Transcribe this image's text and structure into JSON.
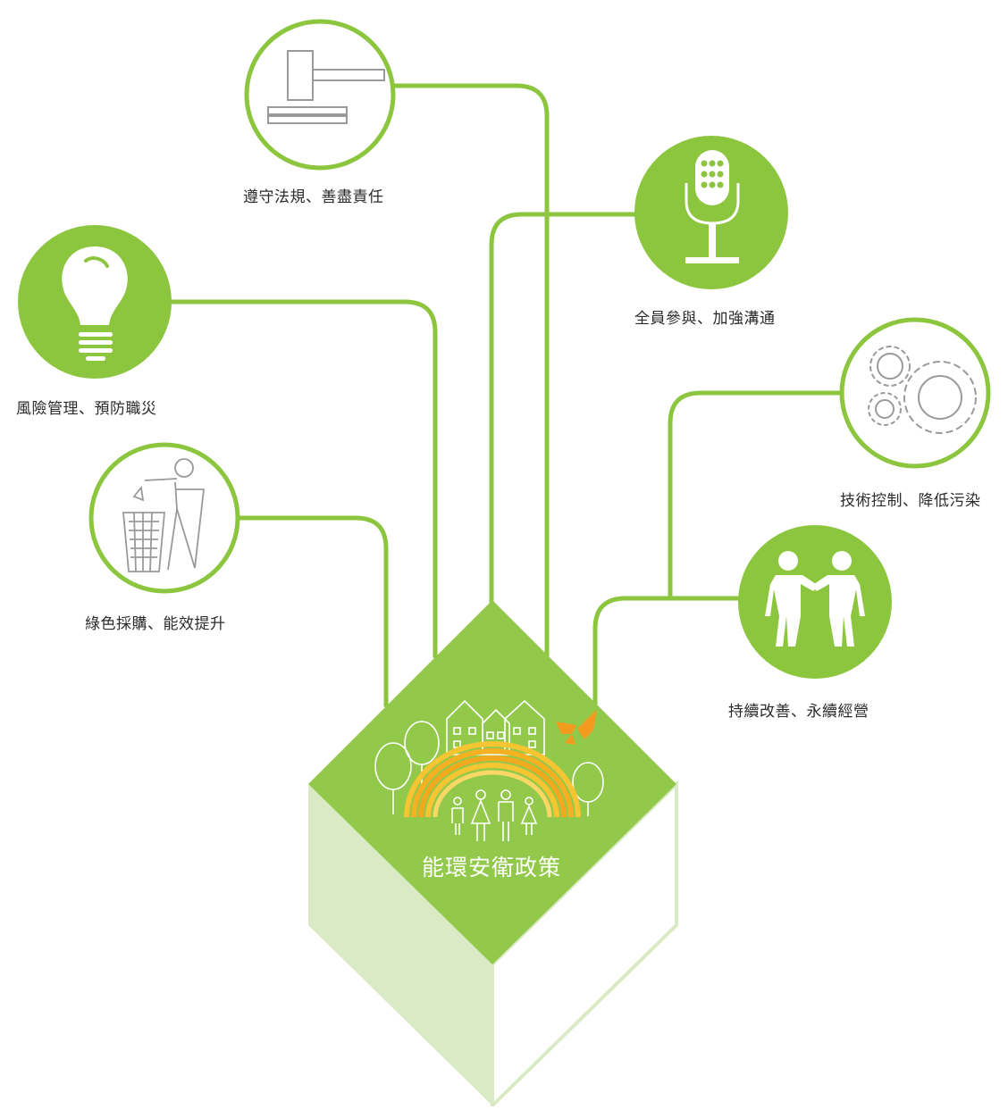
{
  "diagram": {
    "center_title": "能環安衛政策",
    "nodes": [
      {
        "id": "law",
        "label": "遵守法規、善盡責任",
        "icon": "gavel-icon",
        "style": "outline"
      },
      {
        "id": "participation",
        "label": "全員參與、加強溝通",
        "icon": "microphone-icon",
        "style": "filled"
      },
      {
        "id": "risk",
        "label": "風險管理、預防職災",
        "icon": "lightbulb-icon",
        "style": "filled"
      },
      {
        "id": "technology",
        "label": "技術控制、降低污染",
        "icon": "gears-icon",
        "style": "outline"
      },
      {
        "id": "green",
        "label": "綠色採購、能效提升",
        "icon": "recycle-bin-icon",
        "style": "outline"
      },
      {
        "id": "improvement",
        "label": "持續改善、永續經營",
        "icon": "people-icon",
        "style": "filled"
      }
    ],
    "colors": {
      "green": "#8cc63f",
      "green_light": "#d9eac4",
      "green_top": "#93c94b",
      "text": "#2b2b2b",
      "rainbow": "#f2a91e",
      "butterfly": "#f29b1f"
    }
  }
}
